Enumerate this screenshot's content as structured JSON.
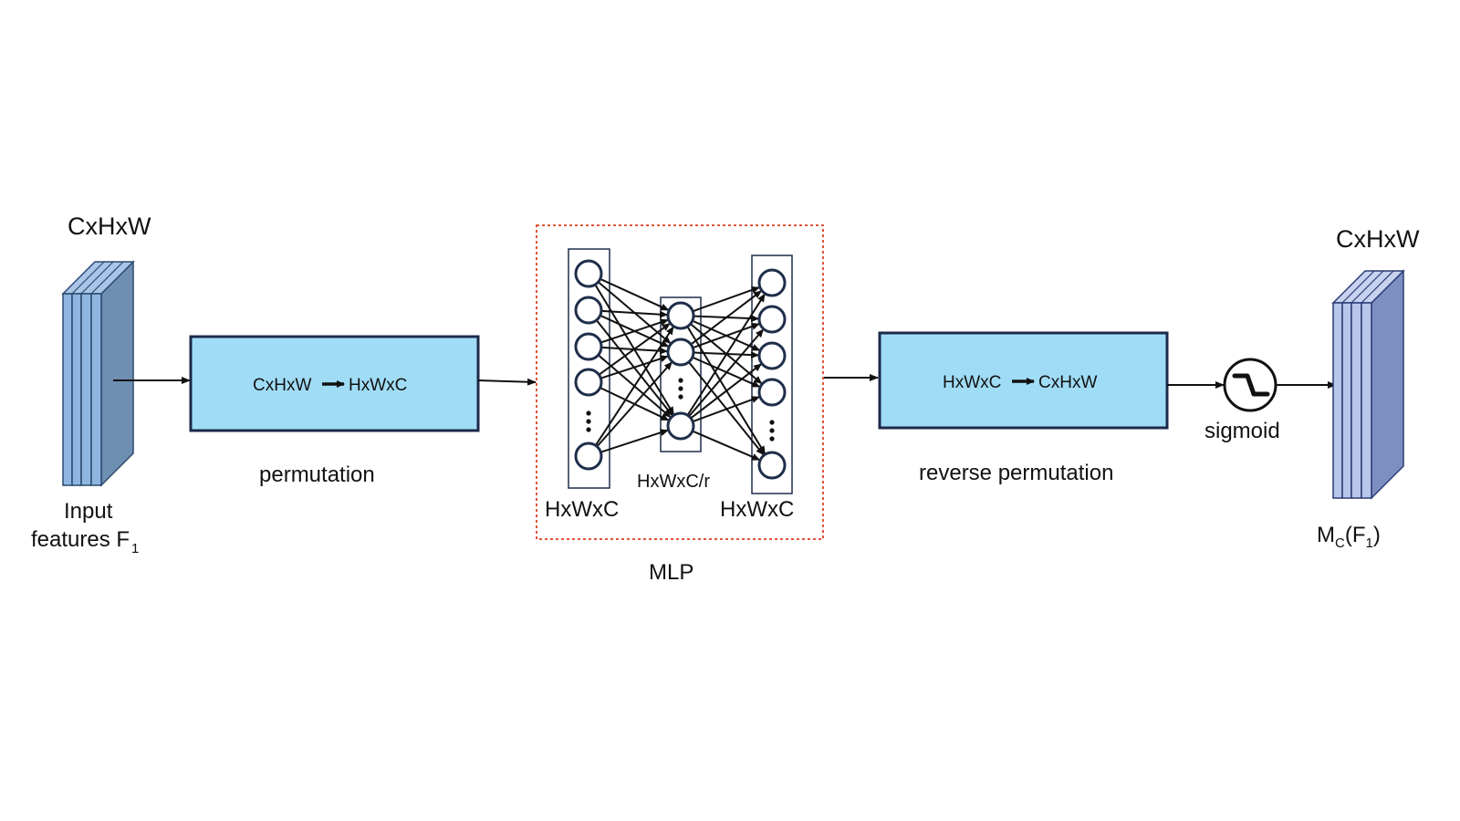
{
  "colors": {
    "block_fill": "#a0dcf5",
    "block_stroke": "#1c2a4a",
    "tensor_front": "#8fb6e0",
    "tensor_side": "#6f8fb2",
    "output_front": "#b7c6ea",
    "output_side": "#7d8fc2",
    "mlp_border": "#e0553a",
    "neuron_stroke": "#1f2e4a"
  },
  "input": {
    "shape_label": "CxHxW",
    "caption_line1": "Input",
    "caption_line2": "features F",
    "caption_sub": "1"
  },
  "permutation": {
    "from": "CxHxW",
    "to": "HxWxC",
    "caption": "permutation"
  },
  "mlp": {
    "caption": "MLP",
    "left_label": "HxWxC",
    "middle_label": "HxWxC/r",
    "right_label": "HxWxC"
  },
  "reverse": {
    "from": "HxWxC",
    "to": "CxHxW",
    "caption": "reverse permutation"
  },
  "sigmoid": {
    "caption": "sigmoid"
  },
  "output": {
    "shape_label": "CxHxW",
    "caption_main": "M",
    "caption_sub_c": "C",
    "caption_paren_open": "(F",
    "caption_sub_1": "1",
    "caption_paren_close": ")"
  },
  "icons": {
    "arrow": "arrow-right-icon",
    "sigmoid": "sigmoid-step-icon"
  }
}
